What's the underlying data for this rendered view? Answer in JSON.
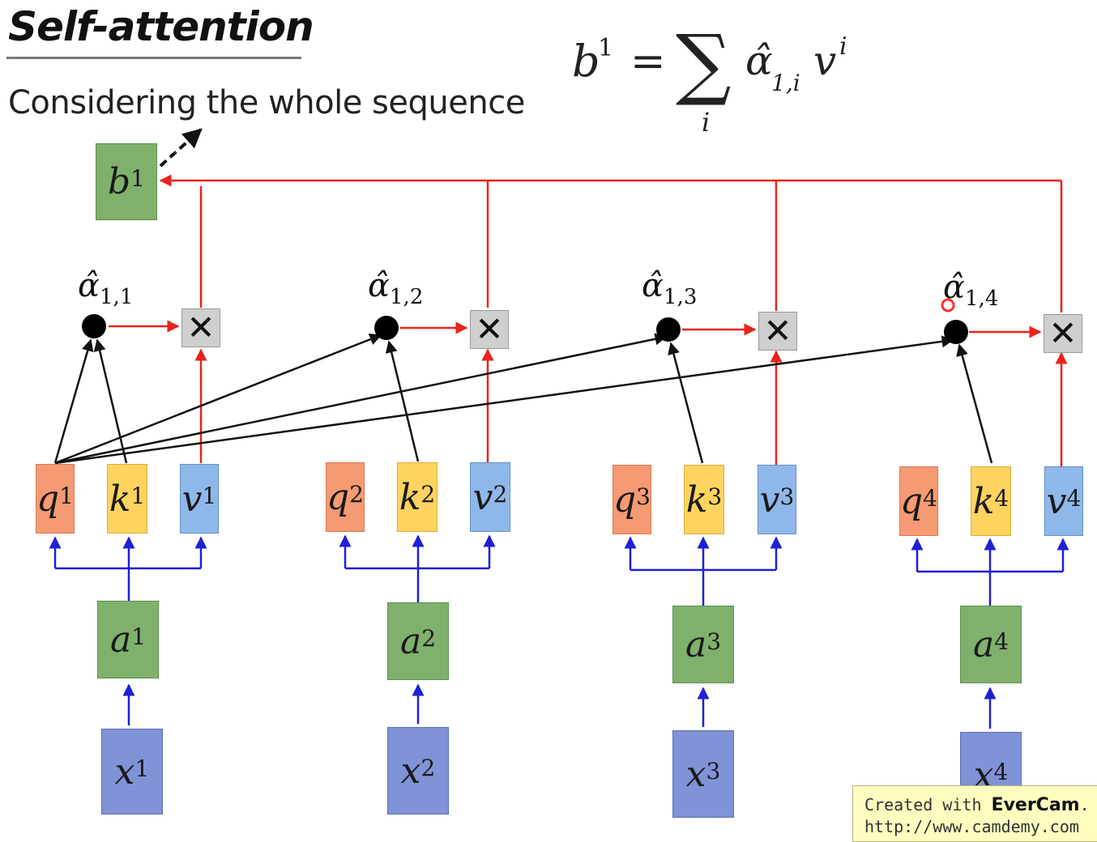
{
  "header": {
    "title": "Self-attention",
    "subtitle": "Considering the whole sequence"
  },
  "formula": {
    "lhs": "b",
    "lhs_sup": "1",
    "equals": "=",
    "sigma": "∑",
    "index": "i",
    "alpha": "α̂",
    "alpha_sub": "1,i",
    "v": "v",
    "v_sup": "i"
  },
  "output": {
    "letter": "b",
    "sup": "1"
  },
  "columns": [
    {
      "alpha_label": "α̂",
      "alpha_sub": "1,1",
      "q": "q",
      "k": "k",
      "v": "v",
      "a": "a",
      "x": "x",
      "sup": "1"
    },
    {
      "alpha_label": "α̂",
      "alpha_sub": "1,2",
      "q": "q",
      "k": "k",
      "v": "v",
      "a": "a",
      "x": "x",
      "sup": "2"
    },
    {
      "alpha_label": "α̂",
      "alpha_sub": "1,3",
      "q": "q",
      "k": "k",
      "v": "v",
      "a": "a",
      "x": "x",
      "sup": "3"
    },
    {
      "alpha_label": "α̂",
      "alpha_sub": "1,4",
      "q": "q",
      "k": "k",
      "v": "v",
      "a": "a",
      "x": "x",
      "sup": "4"
    }
  ],
  "multiply_symbol": "✕",
  "watermark": {
    "line1_prefix": "Created with ",
    "brand": "EverCam",
    "line1_suffix": ".",
    "line2": "http://www.camdemy.com"
  },
  "colors": {
    "red_arrow": "#e8241c",
    "blue_arrow": "#1f1fd8",
    "black_arrow": "#111111",
    "green_box": "#7fb16d",
    "x_box": "#7f93d6",
    "q_box": "#f59a72",
    "k_box": "#ffd35e",
    "v_box": "#8fb8ea"
  }
}
